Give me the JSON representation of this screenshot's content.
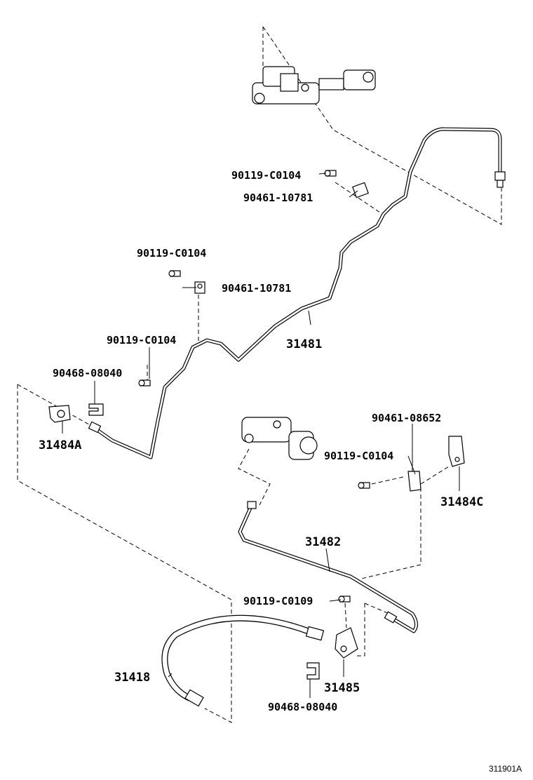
{
  "diagram_id": "311901A",
  "labels": {
    "bolt_1": "90119-C0104",
    "clamp_1": "90461-10781",
    "bolt_2": "90119-C0104",
    "clamp_2": "90461-10781",
    "tube_31481": "31481",
    "bolt_3": "90119-C0104",
    "clip_1": "90468-08040",
    "bracket_31484a": "31484A",
    "clamp_3": "90461-08652",
    "bolt_4": "90119-C0104",
    "bracket_31484c": "31484C",
    "tube_31482": "31482",
    "bolt_5": "90119-C0109",
    "hose_31418": "31418",
    "bracket_31485": "31485",
    "clip_2": "90468-08040"
  }
}
